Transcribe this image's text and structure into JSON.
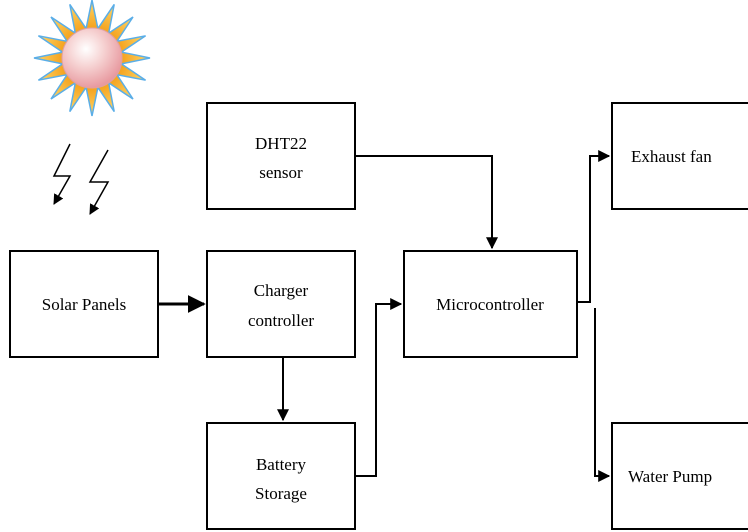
{
  "diagram": {
    "boxes": {
      "solar_panels": "Solar Panels",
      "charger_line1": "Charger",
      "charger_line2": "controller",
      "battery_line1": "Battery",
      "battery_line2": "Storage",
      "dht22_line1": "DHT22",
      "dht22_line2": "sensor",
      "microcontroller": "Microcontroller",
      "exhaust_fan": "Exhaust fan",
      "water_pump": "Water Pump"
    },
    "colors": {
      "sun_rays": "#f5a623",
      "sun_rays_outline": "#5aaee8",
      "sun_disc": "#f2b8b8",
      "sun_highlight": "#ffffff",
      "lines": "#000000",
      "box_fill": "#ffffff"
    },
    "icons": [
      "sun-icon",
      "lightning-bolt-icon"
    ]
  }
}
